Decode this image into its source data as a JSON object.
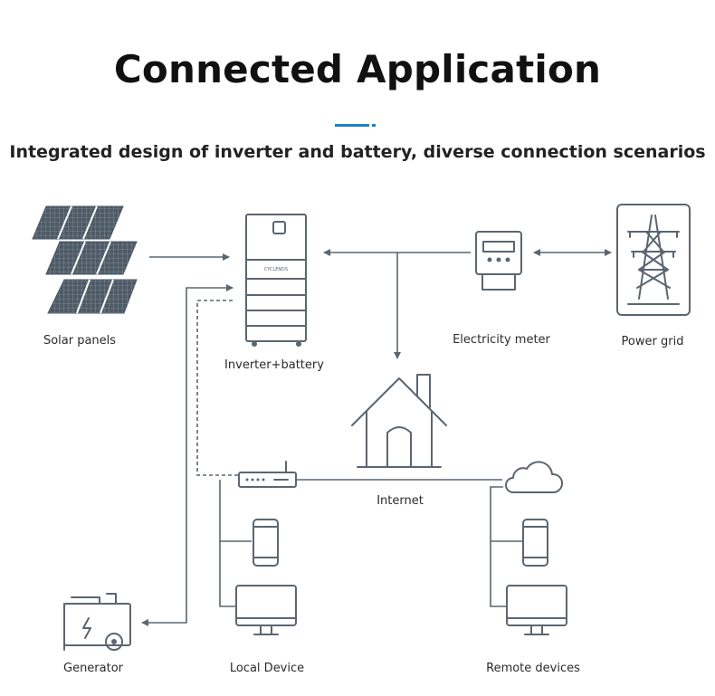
{
  "title": "Connected Application",
  "subtitle": "Integrated design of inverter and battery, diverse connection scenarios",
  "accent_color": "#1f7fc8",
  "line_color": "#5b6670",
  "nodes": {
    "solar": {
      "label": "Solar panels",
      "icon": "solar-panels-icon"
    },
    "inverter": {
      "label": "Inverter+battery",
      "icon": "inverter-battery-icon",
      "brand": "CYCLENDS"
    },
    "meter": {
      "label": "Electricity meter",
      "icon": "electricity-meter-icon"
    },
    "grid": {
      "label": "Power grid",
      "icon": "power-tower-icon"
    },
    "house": {
      "icon": "house-icon"
    },
    "internet": {
      "label": "Internet",
      "icon": "router-icon"
    },
    "cloud": {
      "icon": "cloud-icon"
    },
    "generator": {
      "label": "Generator",
      "icon": "generator-icon"
    },
    "local": {
      "label": "Local Device",
      "icons": [
        "phone-icon",
        "monitor-icon"
      ]
    },
    "remote": {
      "label": "Remote devices",
      "icons": [
        "phone-icon",
        "monitor-icon"
      ]
    }
  }
}
